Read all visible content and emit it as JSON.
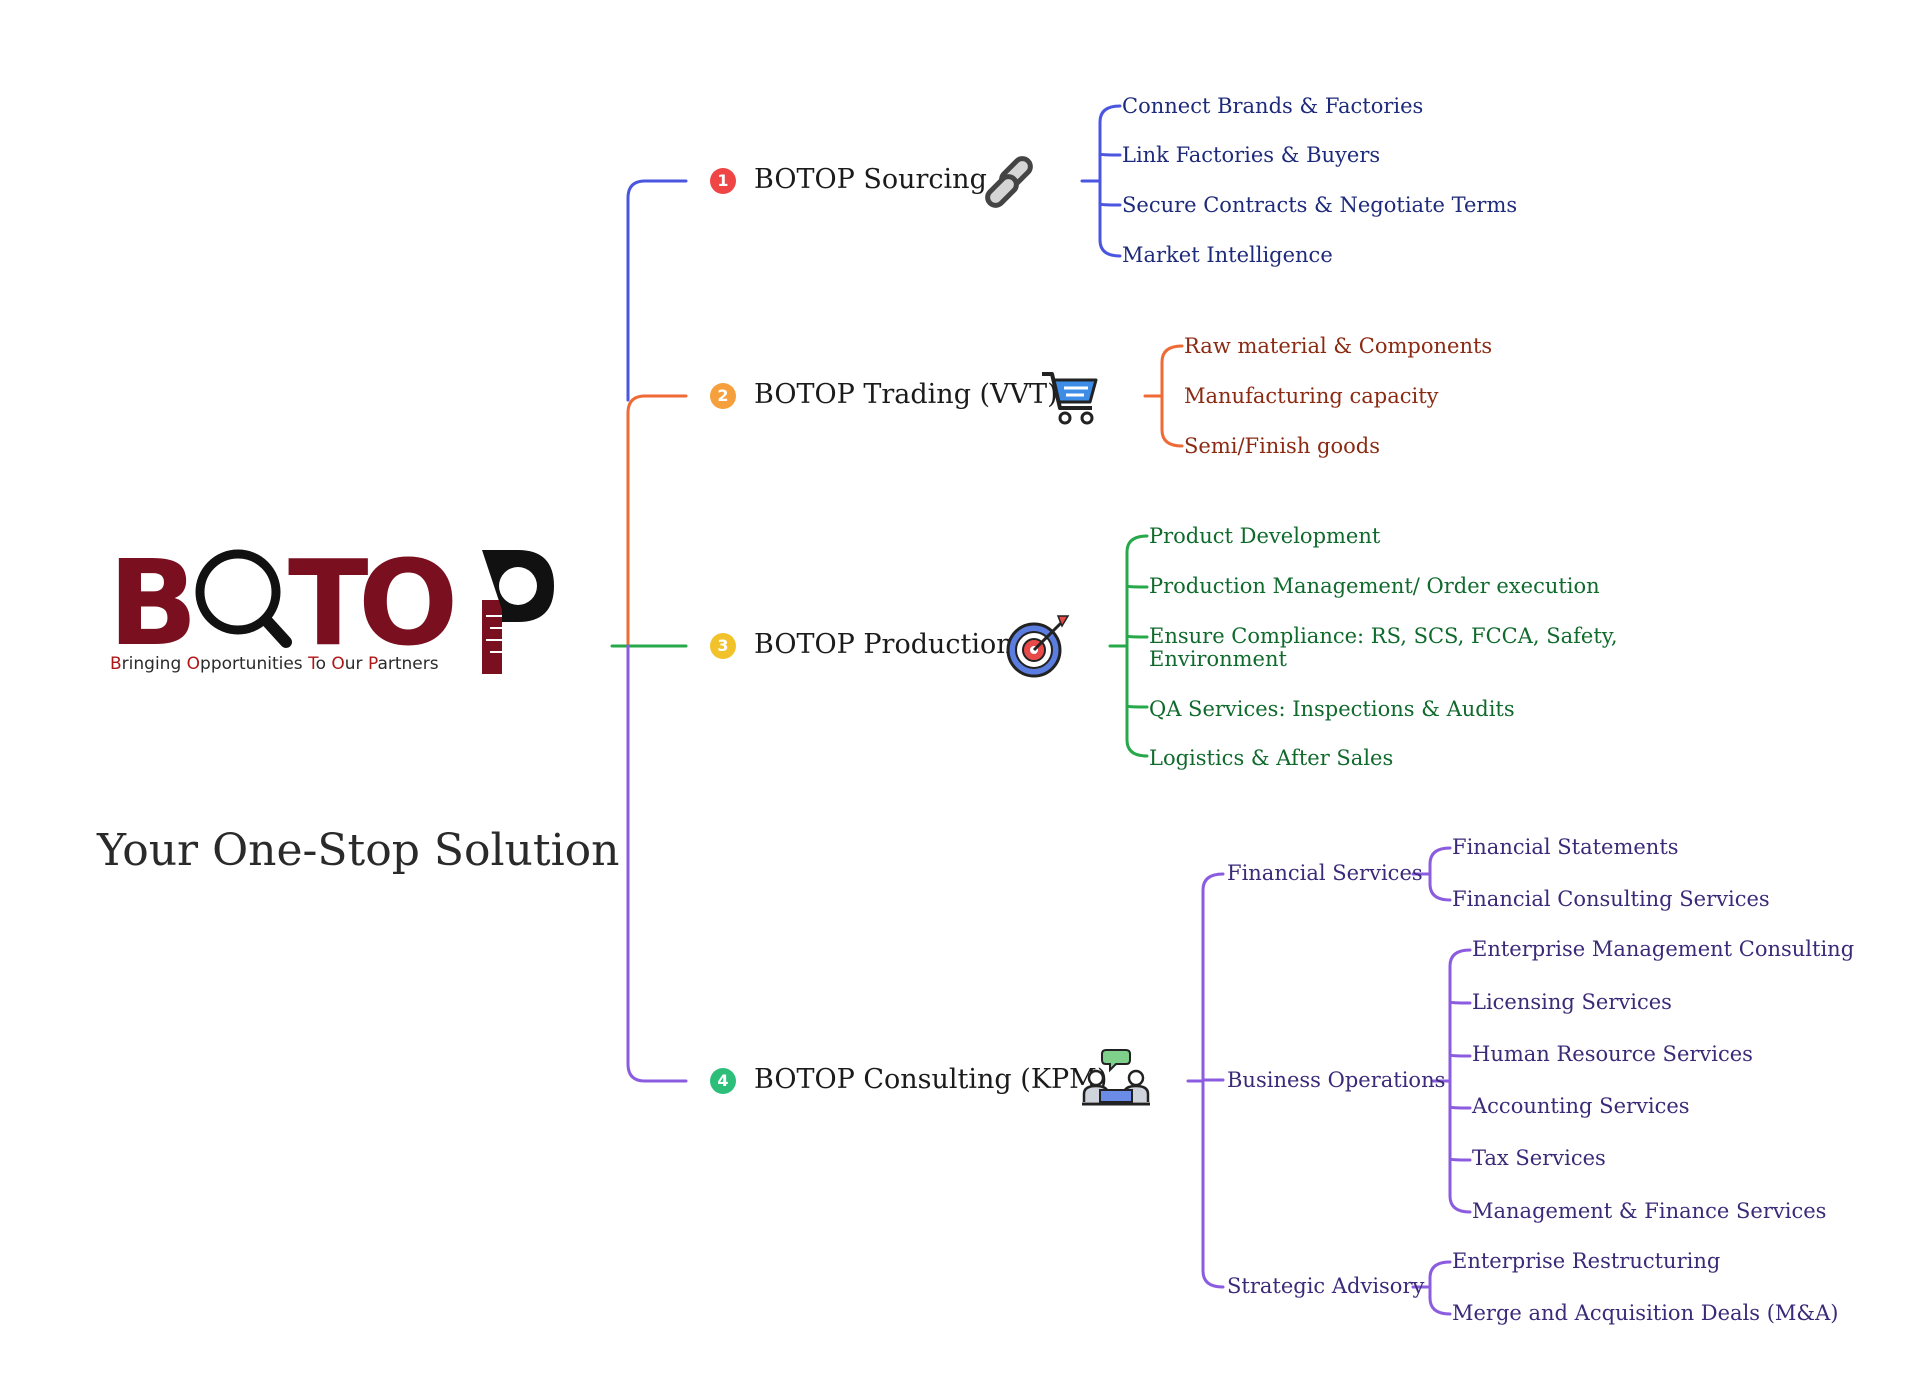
{
  "logo": {
    "wordmark": "BOTOP",
    "tagline_parts": [
      {
        "t": "B",
        "hl": true
      },
      {
        "t": "ringing ",
        "hl": false
      },
      {
        "t": "O",
        "hl": true
      },
      {
        "t": "pportunities ",
        "hl": false
      },
      {
        "t": "T",
        "hl": true
      },
      {
        "t": "o ",
        "hl": false
      },
      {
        "t": "O",
        "hl": true
      },
      {
        "t": "ur ",
        "hl": false
      },
      {
        "t": "P",
        "hl": true
      },
      {
        "t": "artners",
        "hl": false
      }
    ],
    "brand_color": "#7a0f1f"
  },
  "slogan": "Your One-Stop Solution",
  "branches": [
    {
      "number": "1",
      "label": "BOTOP Sourcing",
      "color": "#4a55e0",
      "badge_color": "#f04545",
      "text_color": "#1e2a7a",
      "icon": "chain-link-icon",
      "items": [
        "Connect Brands & Factories",
        "Link Factories & Buyers",
        "Secure Contracts & Negotiate Terms",
        "Market Intelligence"
      ]
    },
    {
      "number": "2",
      "label": "BOTOP Trading (VVT)",
      "color": "#f06a35",
      "badge_color": "#f5a03c",
      "text_color": "#8a2a12",
      "icon": "shopping-cart-icon",
      "items": [
        "Raw material & Components",
        "Manufacturing capacity",
        "Semi/Finish goods"
      ]
    },
    {
      "number": "3",
      "label": "BOTOP Production",
      "color": "#27a84a",
      "badge_color": "#f2c22a",
      "text_color": "#0f6a2c",
      "icon": "target-icon",
      "items": [
        "Product Development",
        "Production Management/ Order execution",
        "Ensure Compliance: RS, SCS, FCCA, Safety,",
        "Environment",
        "QA Services: Inspections & Audits",
        "Logistics & After Sales"
      ]
    },
    {
      "number": "4",
      "label": "BOTOP Consulting (KPM)",
      "color": "#8b5ce0",
      "badge_color": "#2dbf7a",
      "text_color": "#3b2a78",
      "icon": "meeting-icon",
      "groups": [
        {
          "label": "Financial Services",
          "items": [
            "Financial Statements",
            "Financial Consulting Services"
          ]
        },
        {
          "label": "Business Operations",
          "items": [
            "Enterprise Management Consulting",
            "Licensing Services",
            "Human Resource Services",
            "Accounting Services",
            "Tax  Services",
            "Management & Finance Services"
          ]
        },
        {
          "label": "Strategic Advisory",
          "items": [
            "Enterprise Restructuring",
            "Merge and Acquisition Deals (M&A)"
          ]
        }
      ]
    }
  ]
}
